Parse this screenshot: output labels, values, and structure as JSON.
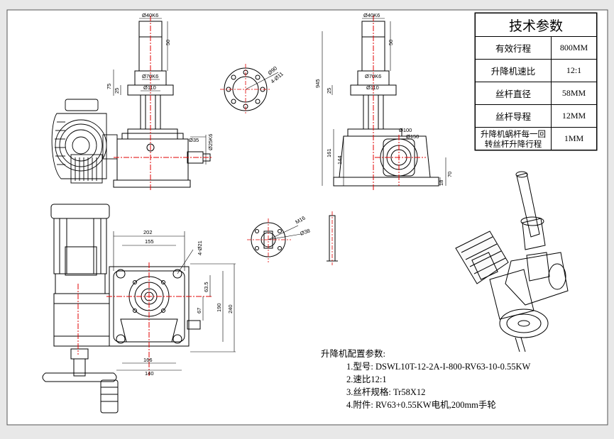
{
  "params_table": {
    "title": "技术参数",
    "rows": [
      {
        "label": "有效行程",
        "value": "800MM"
      },
      {
        "label": "升降机速比",
        "value": "12:1"
      },
      {
        "label": "丝杆直径",
        "value": "58MM"
      },
      {
        "label": "丝杆导程",
        "value": "12MM"
      },
      {
        "label": "升降机蜗杆每一回转丝杆升降行程",
        "label_line1": "升降机蜗杆每一回",
        "label_line2": "转丝杆升降行程",
        "value": "1MM"
      }
    ]
  },
  "config": {
    "heading": "升降机配置参数:",
    "items": [
      "1.型号: DSWL10T-12-2A-I-800-RV63-10-0.55KW",
      "2.速比12:1",
      "3.丝杆规格: Tr58X12",
      "4.附件: RV63+0.55KW电机,200mm手轮"
    ]
  },
  "dimensions": {
    "front": {
      "shaft_dia": "Ø40K6",
      "shaft_len": "50",
      "flange_h1": "75",
      "flange_h2": "25",
      "bolt_circle": "Ø70K6",
      "flange_dia": "Ø110",
      "input_dia": "Ø35",
      "input_shaft": "Ø25K6"
    },
    "side": {
      "shaft_dia": "Ø40K6",
      "shaft_len": "50",
      "total": "945",
      "flange_h": "25",
      "bolt_circle": "Ø70K6",
      "flange_dia": "Ø110",
      "body_h": "161",
      "base_h": "144",
      "hole_dia": "Ø100",
      "hub_dia": "Ø150",
      "center_h": "70",
      "foot_h": "18"
    },
    "flange_top": {
      "pcd": "Ø90",
      "holes": "4-Ø11"
    },
    "flange_small": {
      "d1": "M16",
      "d2": "Ø38"
    },
    "plan": {
      "w_overall": "202",
      "w_inner": "155",
      "hole": "4-Ø21",
      "h1": "63.5",
      "h2": "67",
      "h3": "190",
      "h4": "240",
      "b1": "166",
      "b2": "140"
    }
  },
  "colors": {
    "line": "#000000",
    "center": "#e00000",
    "blue": "#1a3fbf",
    "paper": "#ffffff"
  }
}
